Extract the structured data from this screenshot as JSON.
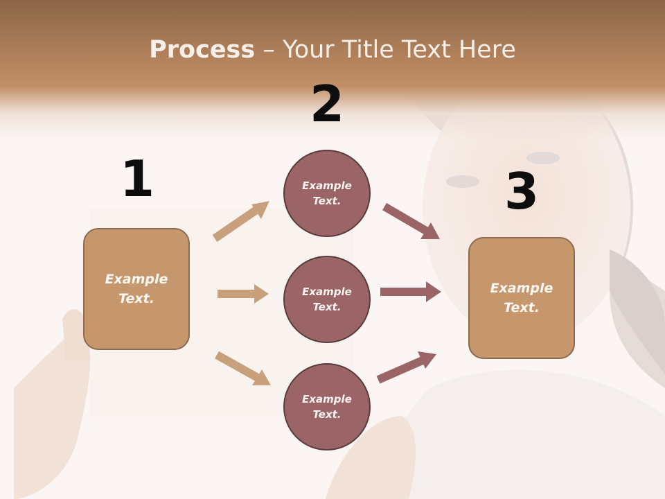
{
  "title": {
    "bold": "Process",
    "rest": " – Your Title Text Here"
  },
  "steps": {
    "one": {
      "number": "1",
      "text": "Example\nText."
    },
    "two": {
      "number": "2",
      "circles": [
        {
          "text": "Example\nText."
        },
        {
          "text": "Example\nText."
        },
        {
          "text": "Example\nText."
        }
      ]
    },
    "three": {
      "number": "3",
      "text": "Example\nText."
    }
  },
  "colors": {
    "header": "#b5845e",
    "box_fill": "#c6966c",
    "box_border": "#8f6a4e",
    "circle_fill": "#9b6567",
    "circle_border": "#5b3a3b",
    "arrow_tan": "#c9a07c",
    "arrow_mauve": "#9b6567"
  },
  "background": {
    "subject": "faded photo of woman holding sign"
  }
}
